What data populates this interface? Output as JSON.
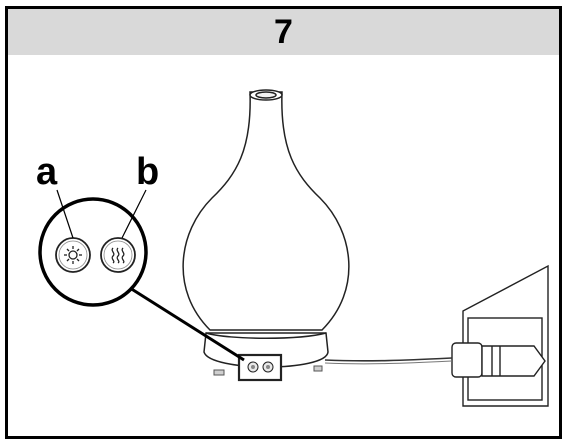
{
  "step_number": "7",
  "callouts": {
    "a": "a",
    "b": "b"
  },
  "icons": {
    "a": "light-sun-icon",
    "b": "mist-waves-icon"
  },
  "colors": {
    "header_bg": "#d9d9d9",
    "border": "#000000",
    "line_art": "#222222"
  }
}
